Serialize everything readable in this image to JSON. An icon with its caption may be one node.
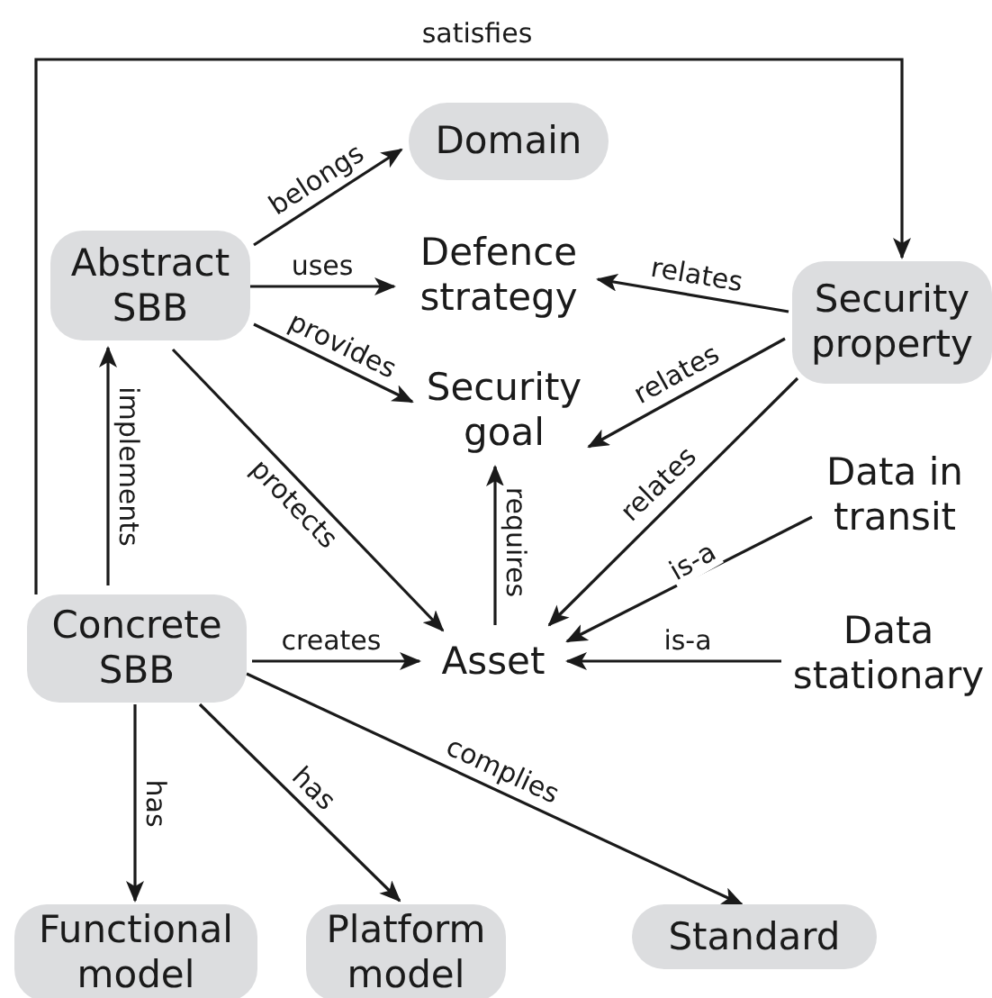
{
  "diagram": {
    "nodes": [
      {
        "text": [
          "Domain"
        ]
      },
      {
        "text": [
          "Abstract SBB"
        ]
      },
      {
        "text": [
          "Defence strategy"
        ]
      },
      {
        "text": [
          "Security property"
        ]
      },
      {
        "text": [
          "Security goal"
        ]
      },
      {
        "text": [
          "Data in transit"
        ]
      },
      {
        "text": [
          "Concrete SBB"
        ]
      },
      {
        "text": [
          "Asset"
        ]
      },
      {
        "text": [
          "Data stationary"
        ]
      },
      {
        "text": [
          "Functional model"
        ]
      },
      {
        "text": [
          "Platform model"
        ]
      },
      {
        "text": [
          "Standard"
        ]
      }
    ],
    "edges": [
      {
        "from": 6,
        "to": 3,
        "arrow": "to",
        "label": "satisfies"
      },
      {
        "from": 1,
        "to": 0,
        "arrow": "to",
        "label": "belongs"
      },
      {
        "from": 1,
        "to": 2,
        "arrow": "to",
        "label": "uses"
      },
      {
        "from": 1,
        "to": 4,
        "arrow": "to",
        "label": "provides"
      },
      {
        "from": 1,
        "to": 7,
        "arrow": "to",
        "label": "protects"
      },
      {
        "from": 3,
        "to": 2,
        "arrow": "to",
        "label": "relates"
      },
      {
        "from": 3,
        "to": 4,
        "arrow": "to",
        "label": "relates"
      },
      {
        "from": 3,
        "to": 7,
        "arrow": "to",
        "label": "relates"
      },
      {
        "from": 7,
        "to": 4,
        "arrow": "to",
        "label": "requires"
      },
      {
        "from": 6,
        "to": 1,
        "arrow": "to",
        "label": "implements"
      },
      {
        "from": 5,
        "to": 7,
        "arrow": "to",
        "label": "is-a"
      },
      {
        "from": 8,
        "to": 7,
        "arrow": "to",
        "label": "is-a"
      },
      {
        "from": 6,
        "to": 7,
        "arrow": "to",
        "label": "creates"
      },
      {
        "from": 6,
        "to": 9,
        "arrow": "to",
        "label": "has"
      },
      {
        "from": 6,
        "to": 10,
        "arrow": "to",
        "label": "has"
      },
      {
        "from": 6,
        "to": 11,
        "arrow": "to",
        "label": "complies"
      }
    ]
  }
}
